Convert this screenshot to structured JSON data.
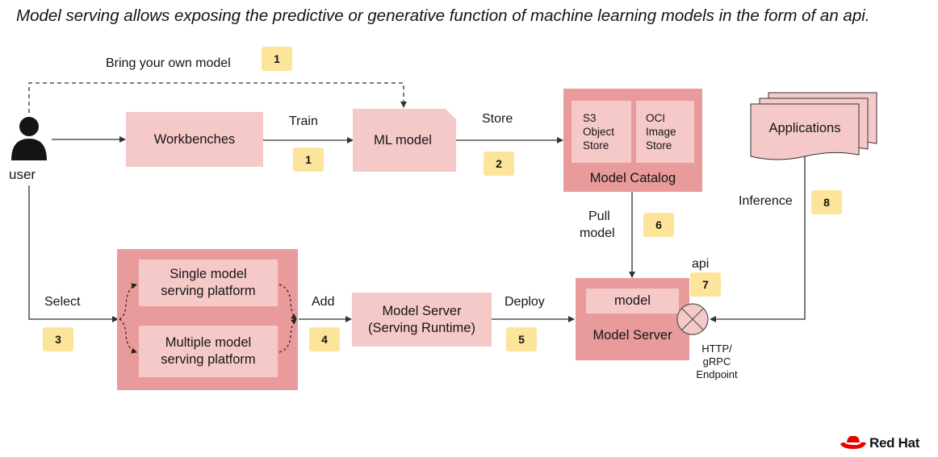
{
  "caption": "Model serving allows exposing the predictive or generative function of machine learning models in the form of an api.",
  "user_label": "user",
  "labels": {
    "byom": "Bring your own model",
    "train": "Train",
    "store": "Store",
    "select": "Select",
    "add": "Add",
    "deploy": "Deploy",
    "pull_line1": "Pull",
    "pull_line2": "model",
    "inference": "Inference",
    "api": "api",
    "endpoint_line1": "HTTP/",
    "endpoint_line2": "gRPC",
    "endpoint_line3": "Endpoint"
  },
  "boxes": {
    "workbenches": "Workbenches",
    "ml_model": "ML model",
    "s3_line1": "S3",
    "s3_line2": "Object",
    "s3_line3": "Store",
    "oci_line1": "OCI",
    "oci_line2": "Image",
    "oci_line3": "Store",
    "model_catalog": "Model Catalog",
    "applications": "Applications",
    "single_line1": "Single model",
    "single_line2": "serving platform",
    "multi_line1": "Multiple model",
    "multi_line2": "serving platform",
    "ms_runtime_line1": "Model Server",
    "ms_runtime_line2": "(Serving Runtime)",
    "model": "model",
    "model_server": "Model Server"
  },
  "badges": {
    "byom": "1",
    "train": "1",
    "store": "2",
    "select": "3",
    "add": "4",
    "deploy": "5",
    "pull": "6",
    "api": "7",
    "inference": "8"
  },
  "logo": {
    "text": "Red Hat",
    "icon": "red-hat-fedora-icon",
    "color": "#ee0000"
  },
  "colors": {
    "light_box": "#f6c9c9",
    "dark_box": "#e99a9a",
    "badge": "#fde49b",
    "line": "#333333"
  }
}
